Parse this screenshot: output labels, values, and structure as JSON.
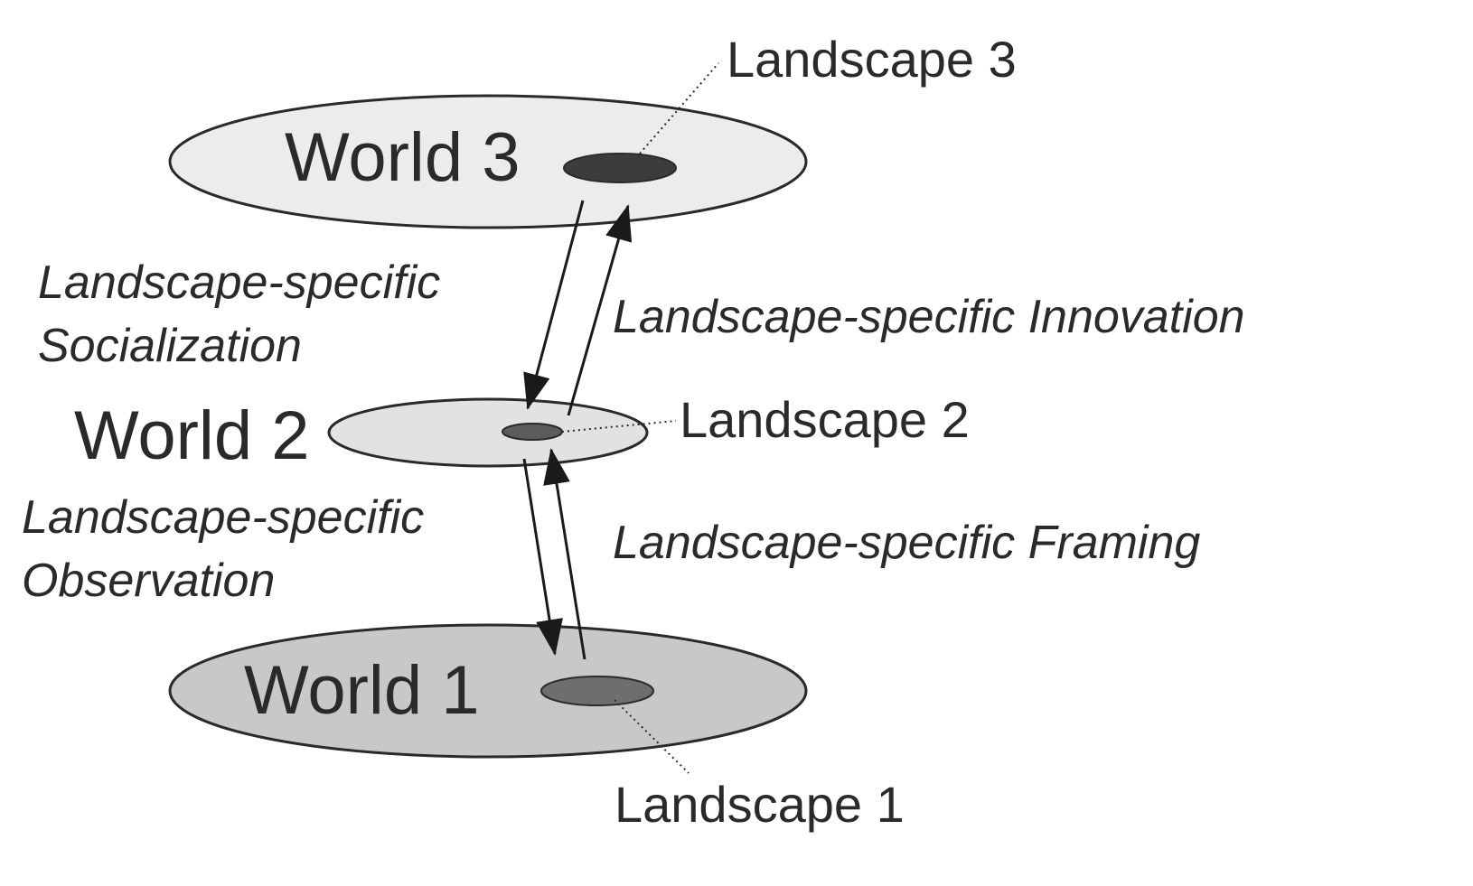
{
  "worlds": [
    {
      "label": "World 3",
      "fill": "#ececec",
      "landscape": {
        "label": "Landscape 3",
        "fill": "#3c3c3c"
      }
    },
    {
      "label": "World 2",
      "fill": "#e2e2e2",
      "landscape": {
        "label": "Landscape 2",
        "fill": "#5c5c5c"
      }
    },
    {
      "label": "World 1",
      "fill": "#c8c8c8",
      "landscape": {
        "label": "Landscape 1",
        "fill": "#6e6e6e"
      }
    }
  ],
  "processes": {
    "socialization": {
      "line1": "Landscape-specific",
      "line2": "Socialization"
    },
    "innovation": {
      "text": "Landscape-specific Innovation"
    },
    "observation": {
      "line1": "Landscape-specific",
      "line2": "Observation"
    },
    "framing": {
      "text": "Landscape-specific Framing"
    }
  },
  "colors": {
    "stroke": "#2a2a2a",
    "arrow": "#1a1a1a"
  }
}
